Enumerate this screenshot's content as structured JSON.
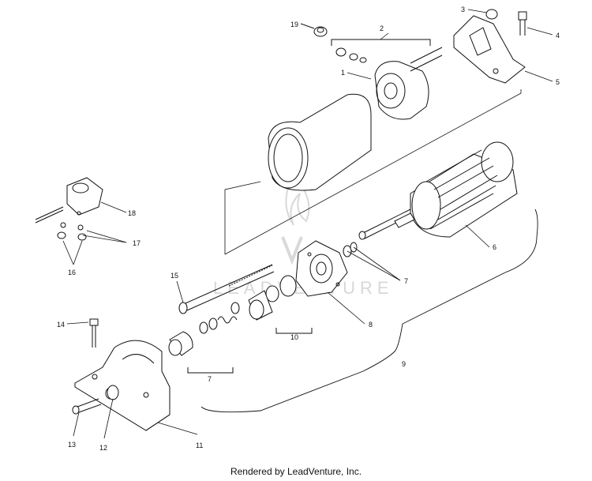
{
  "watermark": {
    "text": "LEADVENTURE",
    "color": "#d9d9d9"
  },
  "callouts": {
    "c1": "1",
    "c2": "2",
    "c3": "3",
    "c4": "4",
    "c5": "5",
    "c6": "6",
    "c7a": "7",
    "c7b": "7",
    "c8": "8",
    "c9": "9",
    "c10": "10",
    "c11": "11",
    "c12": "12",
    "c13": "13",
    "c14": "14",
    "c15": "15",
    "c16": "16",
    "c17": "17",
    "c18": "18",
    "c19": "19"
  },
  "footer": {
    "credit": "Rendered by LeadVenture, Inc."
  },
  "colors": {
    "line": "#111111",
    "background": "#ffffff"
  }
}
